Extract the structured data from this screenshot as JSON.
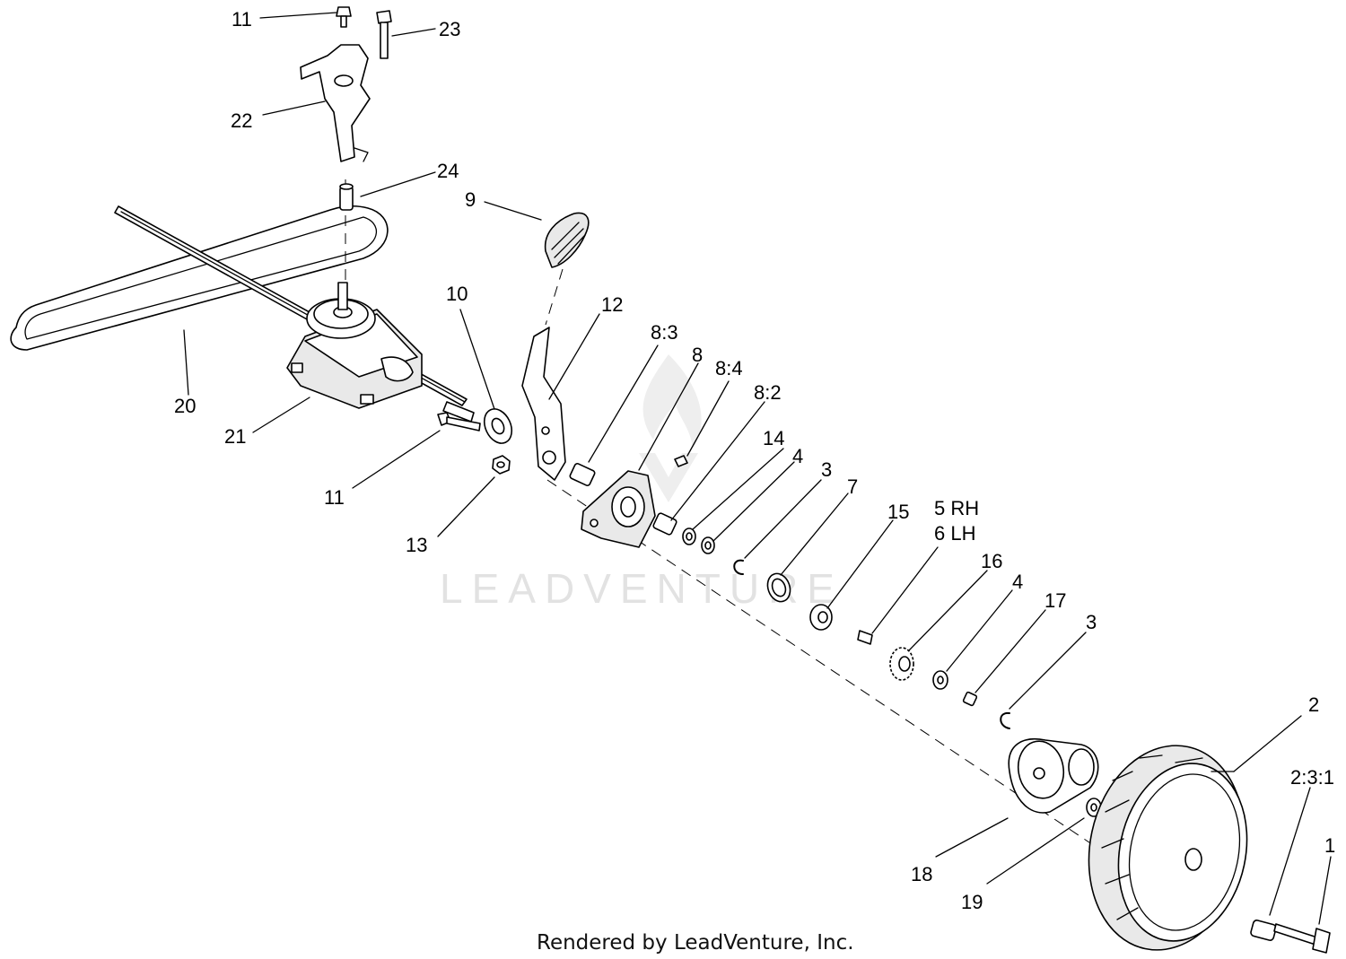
{
  "watermark": "LEADVENTURE",
  "footer": "Rendered by LeadVenture, Inc.",
  "callouts": [
    {
      "id": "11-top",
      "text": "11"
    },
    {
      "id": "23",
      "text": "23"
    },
    {
      "id": "22",
      "text": "22"
    },
    {
      "id": "24",
      "text": "24"
    },
    {
      "id": "9",
      "text": "9"
    },
    {
      "id": "10",
      "text": "10"
    },
    {
      "id": "12",
      "text": "12"
    },
    {
      "id": "8-3",
      "text": "8:3"
    },
    {
      "id": "8",
      "text": "8"
    },
    {
      "id": "8-4",
      "text": "8:4"
    },
    {
      "id": "8-2",
      "text": "8:2"
    },
    {
      "id": "14",
      "text": "14"
    },
    {
      "id": "4-a",
      "text": "4"
    },
    {
      "id": "3-a",
      "text": "3"
    },
    {
      "id": "7",
      "text": "7"
    },
    {
      "id": "15",
      "text": "15"
    },
    {
      "id": "5rh",
      "text": "5 RH"
    },
    {
      "id": "6lh",
      "text": "6 LH"
    },
    {
      "id": "16",
      "text": "16"
    },
    {
      "id": "4-b",
      "text": "4"
    },
    {
      "id": "17",
      "text": "17"
    },
    {
      "id": "3-b",
      "text": "3"
    },
    {
      "id": "2",
      "text": "2"
    },
    {
      "id": "2-3-1",
      "text": "2:3:1"
    },
    {
      "id": "1",
      "text": "1"
    },
    {
      "id": "20",
      "text": "20"
    },
    {
      "id": "21",
      "text": "21"
    },
    {
      "id": "11-mid",
      "text": "11"
    },
    {
      "id": "13",
      "text": "13"
    },
    {
      "id": "18",
      "text": "18"
    },
    {
      "id": "19",
      "text": "19"
    }
  ]
}
